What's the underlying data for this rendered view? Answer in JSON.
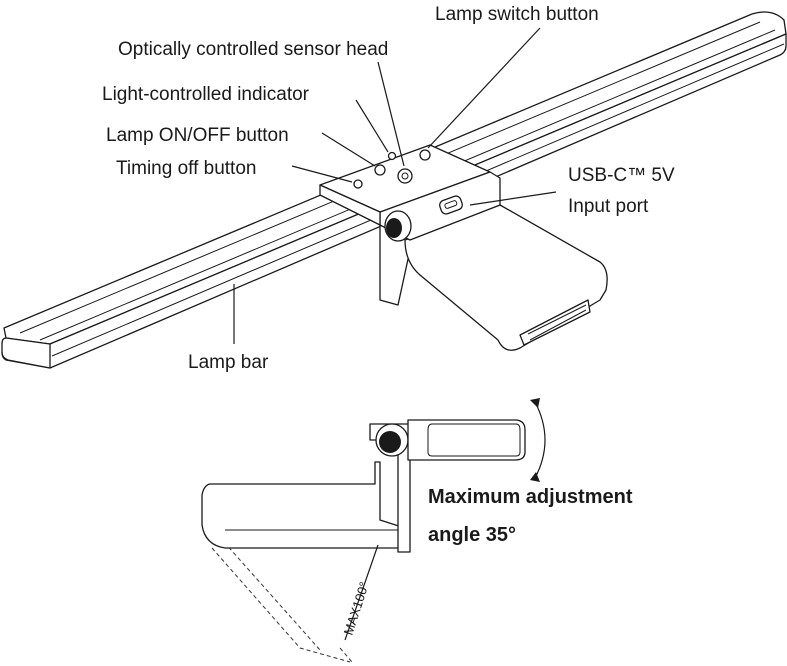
{
  "labels": {
    "lamp_switch_button": "Lamp switch button",
    "optical_sensor_head": "Optically controlled sensor head",
    "light_controlled_indicator": "Light-controlled indicator",
    "lamp_on_off_button": "Lamp ON/OFF button",
    "timing_off_button": "Timing off button",
    "usb_port_line1": "USB-C™ 5V",
    "usb_port_line2": "Input port",
    "lamp_bar": "Lamp bar",
    "max_angle_line1": "Maximum adjustment",
    "max_angle_line2": "angle 35°",
    "max_distance": "MAX100°"
  },
  "colors": {
    "ink": "#1a1a1a",
    "background": "#ffffff"
  }
}
